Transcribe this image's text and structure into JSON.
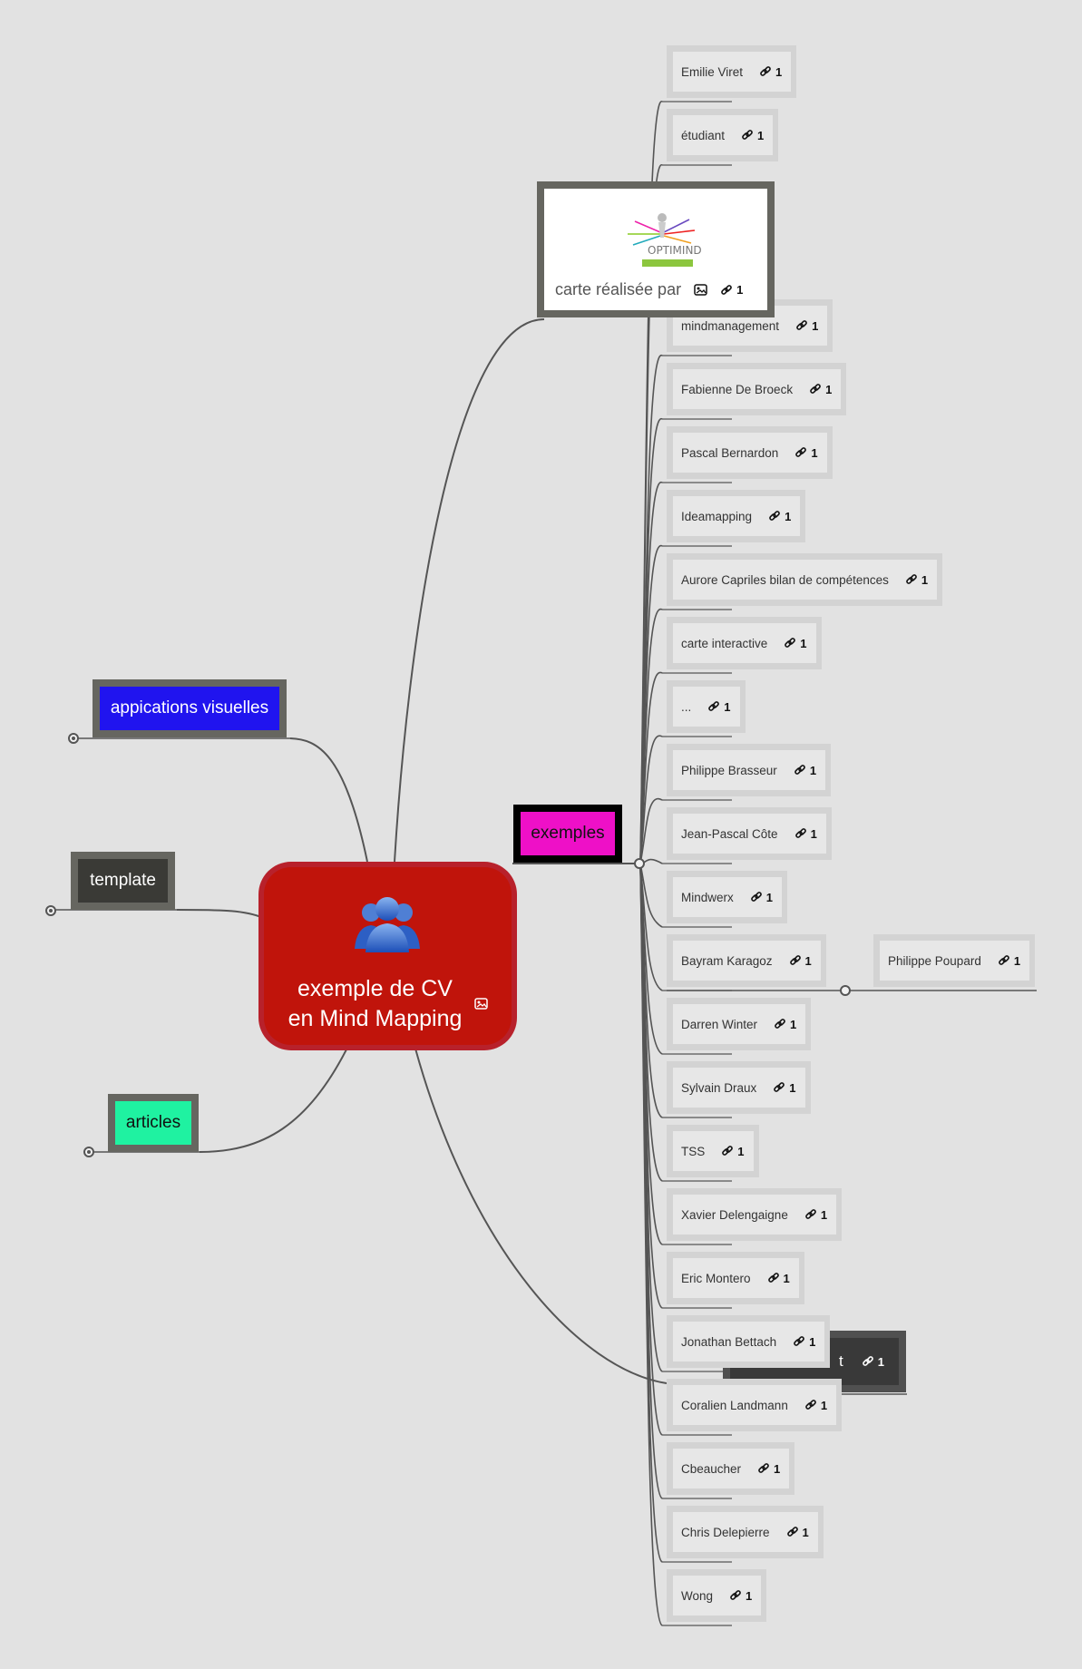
{
  "central": {
    "title_line1": "exemple de CV",
    "title_line2": "en Mind Mapping",
    "icon": "users-group-icon",
    "attachment_icon": "image-icon"
  },
  "left_topics": [
    {
      "label": "appications visuelles",
      "color": "#2014ef"
    },
    {
      "label": "template",
      "color": "#3a3a36"
    },
    {
      "label": "articles",
      "color": "#1ff2a1"
    }
  ],
  "carte": {
    "label": "carte réalisée par",
    "logo_text": "OPTIMIND",
    "link_count": "1",
    "icons": [
      "image-icon",
      "link-icon"
    ]
  },
  "exemples": {
    "label": "exemples",
    "color": "#ee10c7"
  },
  "hidden_topic": {
    "label": "t",
    "link_count": "1"
  },
  "examples": [
    {
      "label": "Emilie Viret",
      "links": "1"
    },
    {
      "label": "étudiant",
      "links": "1"
    },
    {
      "label": "mindmanagement",
      "links": "1"
    },
    {
      "label": "Fabienne De Broeck",
      "links": "1"
    },
    {
      "label": "Pascal Bernardon",
      "links": "1"
    },
    {
      "label": "Ideamapping",
      "links": "1"
    },
    {
      "label": "Aurore Capriles bilan de compétences",
      "links": "1"
    },
    {
      "label": "carte interactive",
      "links": "1"
    },
    {
      "label": "...",
      "links": "1"
    },
    {
      "label": "Philippe Brasseur",
      "links": "1"
    },
    {
      "label": "Jean-Pascal Côte",
      "links": "1"
    },
    {
      "label": "Mindwerx",
      "links": "1"
    },
    {
      "label": "Bayram Karagoz",
      "links": "1"
    },
    {
      "label": "Darren Winter",
      "links": "1"
    },
    {
      "label": "Sylvain Draux",
      "links": "1"
    },
    {
      "label": "TSS",
      "links": "1"
    },
    {
      "label": "Xavier Delengaigne",
      "links": "1"
    },
    {
      "label": "Eric Montero",
      "links": "1"
    },
    {
      "label": "Jonathan Bettach",
      "links": "1"
    },
    {
      "label": "Coralien Landmann",
      "links": "1"
    },
    {
      "label": "Cbeaucher",
      "links": "1"
    },
    {
      "label": "Chris Delepierre",
      "links": "1"
    },
    {
      "label": "Wong",
      "links": "1"
    }
  ],
  "sub_example": {
    "label": "Philippe Poupard",
    "links": "1"
  }
}
